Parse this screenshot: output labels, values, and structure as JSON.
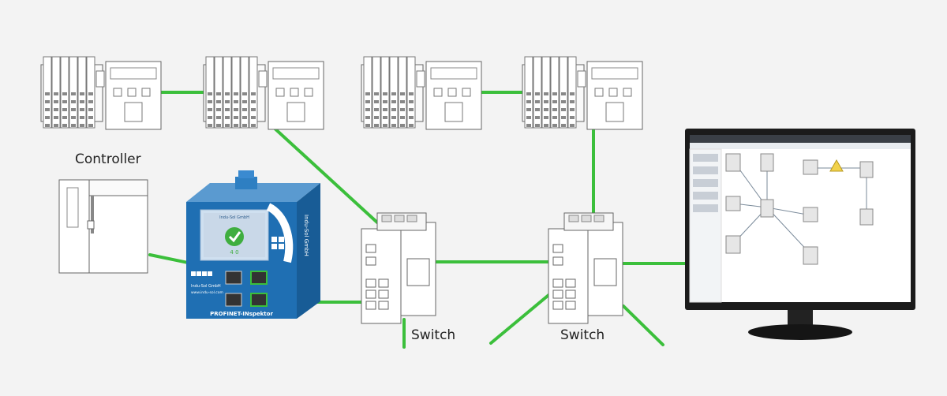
{
  "labels": {
    "controller": "Controller",
    "switch_left": "Switch",
    "switch_right": "Switch"
  },
  "inspector": {
    "brand": "Indu-Sol GmbH",
    "product": "PROFINET-INspektor",
    "screen_header": "Indu-Sol GmbH",
    "screen_value": "4 0",
    "small_brand": "Indu-Sol GmbH",
    "small_url": "www.indu-sol.com"
  },
  "colors": {
    "link": "#3bbf3b",
    "inspector_body": "#1f6fb3",
    "device_stroke": "#555555",
    "monitor": "#1b1b1b"
  },
  "icons": [
    "io-module-icon",
    "plc-icon",
    "switch-icon",
    "inspector-icon",
    "monitor-icon",
    "check-icon"
  ]
}
